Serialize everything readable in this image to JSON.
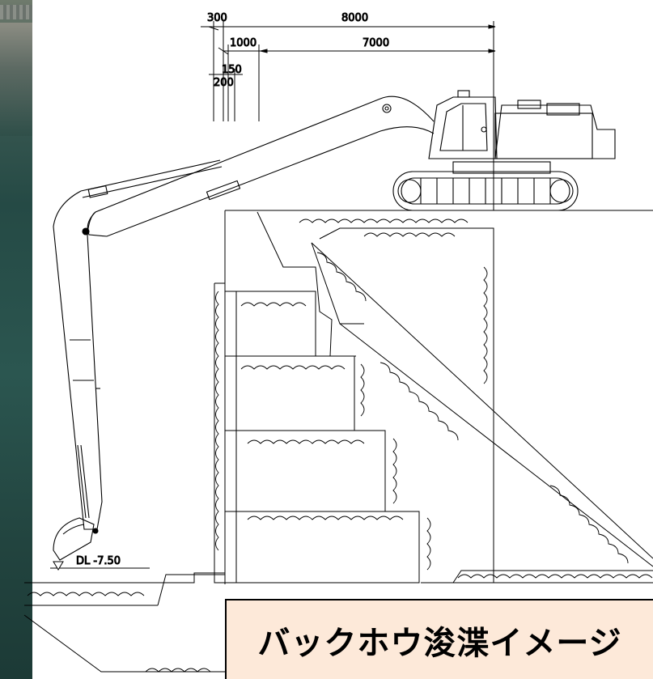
{
  "dimensions": {
    "top_left": "300",
    "top_right": "8000",
    "mid_left": "1000",
    "mid_right": "7000",
    "small_upper": "150",
    "small_lower": "200"
  },
  "water_level": "DL  -7.50",
  "title": "バックホウ浚渫イメージ"
}
